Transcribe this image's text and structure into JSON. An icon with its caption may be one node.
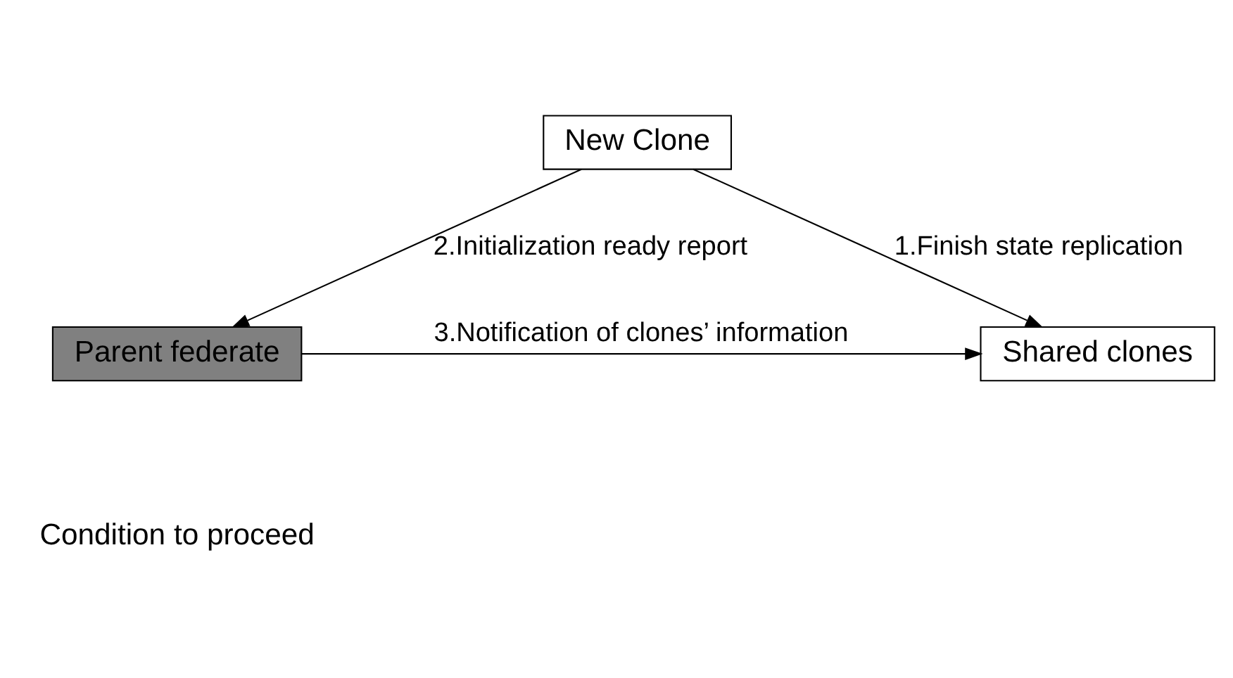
{
  "diagram": {
    "nodes": [
      {
        "text": [
          "New Clone"
        ]
      },
      {
        "text": [
          "Parent federate"
        ]
      },
      {
        "text": [
          "Shared clones"
        ]
      }
    ],
    "edges": [
      {
        "from": 0,
        "to": 2,
        "arrow": "to",
        "label": "1.Finish state replication"
      },
      {
        "from": 0,
        "to": 1,
        "arrow": "to",
        "label": "2.Initialization ready report"
      },
      {
        "from": 1,
        "to": 2,
        "arrow": "to",
        "label": "3.Notification of clones’ information"
      }
    ],
    "legend": [
      {
        "text": "Condition to proceed"
      }
    ]
  }
}
